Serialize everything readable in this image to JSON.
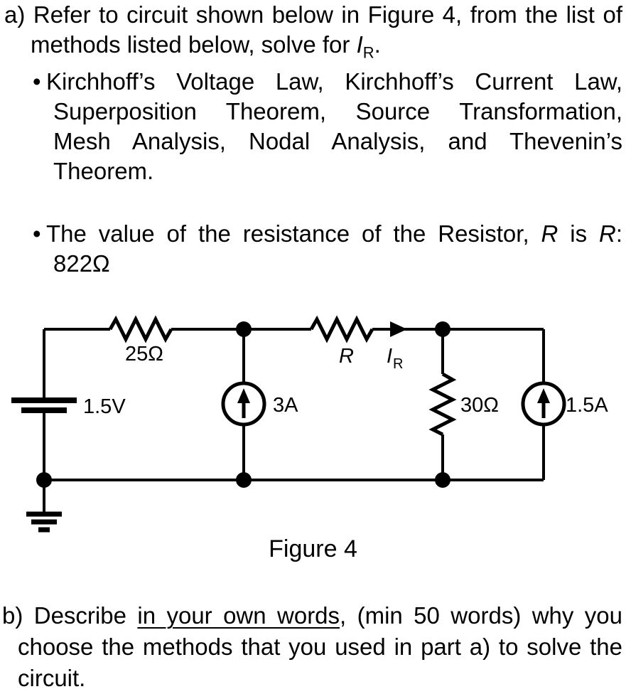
{
  "part_a": {
    "line1": "a) Refer to circuit shown below in Figure 4, from the list of",
    "line2_pre": "methods listed below, solve for ",
    "line2_var": "I",
    "line2_sub": "R",
    "line2_end": "."
  },
  "bullet1": {
    "marker": "•",
    "line1": "Kirchhoff’s Voltage Law, Kirchhoff’s Current Law,",
    "line2": "Superposition Theorem, Source Transformation,",
    "line3": "Mesh Analysis, Nodal Analysis, and Thevenin’s",
    "line4": "Theorem."
  },
  "bullet2": {
    "marker": "•",
    "line1_pre": "The value of the resistance of the Resistor, ",
    "line1_var1": "R",
    "line1_mid": " is ",
    "line1_var2": "R",
    "line1_end": ":",
    "line2": "822Ω"
  },
  "circuit": {
    "resistor_left_label": "25Ω",
    "battery_label": "1.5V",
    "source_mid_label": "3A",
    "resistor_r_label": "R",
    "current_label_main": "I",
    "current_label_sub": "R",
    "resistor_right_label": "30Ω",
    "source_right_label": "1.5A"
  },
  "caption": "Figure 4",
  "part_b": {
    "line1_pre": "b) Describe ",
    "line1_underline": "in your own words",
    "line1_post": ", (min 50 words) why you",
    "line2": "choose the methods that you used in part a) to solve the",
    "line3": "circuit."
  },
  "colors": {
    "ink": "#000000",
    "background": "#ffffff"
  }
}
